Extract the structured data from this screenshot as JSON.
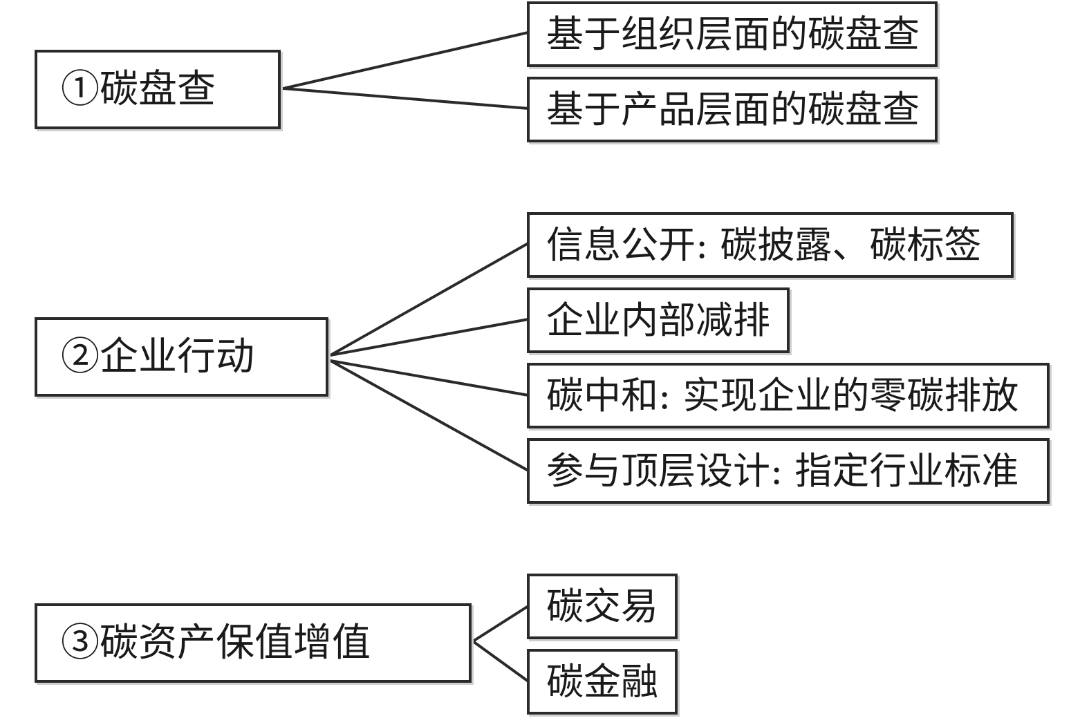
{
  "groups": [
    {
      "root": "①碳盘查",
      "children": [
        "基于组织层面的碳盘查",
        "基于产品层面的碳盘查"
      ]
    },
    {
      "root": "②企业行动",
      "children": [
        "信息公开: 碳披露、碳标签",
        "企业内部减排",
        "碳中和: 实现企业的零碳排放",
        "参与顶层设计: 指定行业标准"
      ]
    },
    {
      "root": "③碳资产保值增值",
      "children": [
        "碳交易",
        "碳金融"
      ]
    }
  ],
  "colors": {
    "stroke": "#2a2a2a",
    "text": "#1a1a1a",
    "background": "#ffffff"
  }
}
